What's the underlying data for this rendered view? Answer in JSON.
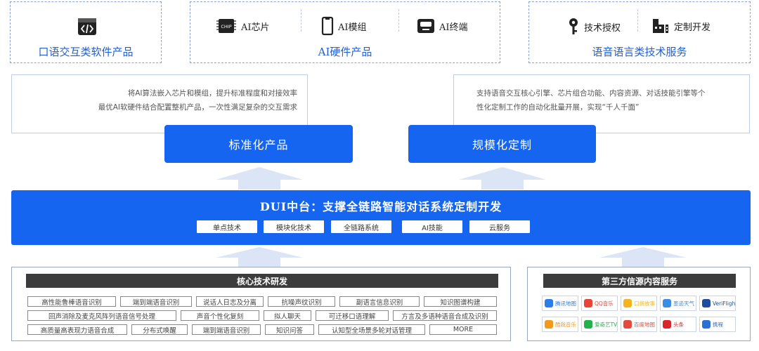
{
  "top": {
    "software": {
      "label": "口语交互类软件产品",
      "icon": "code-window-icon"
    },
    "hardware": {
      "label": "AI硬件产品",
      "items": [
        {
          "label": "AI芯片",
          "icon": "chip-icon",
          "chip_text": "CHIP"
        },
        {
          "label": "AI模组",
          "icon": "module-icon"
        },
        {
          "label": "AI终端",
          "icon": "terminal-icon"
        }
      ]
    },
    "services": {
      "label": "语音语言类技术服务",
      "items": [
        {
          "label": "技术授权",
          "icon": "key-icon"
        },
        {
          "label": "定制开发",
          "icon": "custom-dev-icon"
        }
      ]
    }
  },
  "left_desc": {
    "line1": "将AI算法嵌入芯片和模组，提升标准程度和对接效率",
    "line2": "最优AI软硬件结合配置整机产品，一次性满足复杂的交互需求"
  },
  "right_desc": {
    "line1": "支持语音交互核心引擎、芯片组合功能、内容资源、对话技能引擎等个",
    "line2": "性化定制工作的自动化批量开展，实现“千人千面”"
  },
  "pills": {
    "standard": "标准化产品",
    "custom": "规模化定制"
  },
  "dui": {
    "title": "DUI中台：支撑全链路智能对话系统定制开发",
    "chips": [
      "单点技术",
      "模块化技术",
      "全链路系统",
      "AI技能",
      "云服务"
    ]
  },
  "core": {
    "title": "核心技术研发",
    "rows": [
      [
        "高性能鲁棒语音识别",
        "端到端语音识别",
        "说话人日志及分离",
        "抗噪声纹识别",
        "副语言信息识别",
        "知识图谱构建"
      ],
      [
        "回声消除及麦克风阵列语音信号处理",
        "声音个性化复刻",
        "拟人聊天",
        "可迁移口语理解",
        "方言及多语种语音合成及识别"
      ],
      [
        "高质量高表现力语音合成",
        "分布式唤醒",
        "端到端语音识别",
        "知识问答",
        "认知型全场景多轮对话管理",
        "MORE"
      ]
    ]
  },
  "third": {
    "title": "第三方信源内容服务",
    "logos": [
      {
        "name": "腾讯地图",
        "color": "#2b7de9"
      },
      {
        "name": "QQ音乐",
        "color": "#e8443a"
      },
      {
        "name": "口袋故事",
        "color": "#f3b51b"
      },
      {
        "name": "墨迹天气",
        "color": "#3a8ee6"
      },
      {
        "name": "VeriFlight",
        "color": "#1d4d9c"
      },
      {
        "name": "酷我音乐",
        "color": "#f39a1b"
      },
      {
        "name": "爱奇艺TV",
        "color": "#22b24c"
      },
      {
        "name": "百度地图",
        "color": "#e34b3f"
      },
      {
        "name": "头条",
        "color": "#d9262c"
      },
      {
        "name": "携程",
        "color": "#2a6fd6"
      }
    ]
  }
}
